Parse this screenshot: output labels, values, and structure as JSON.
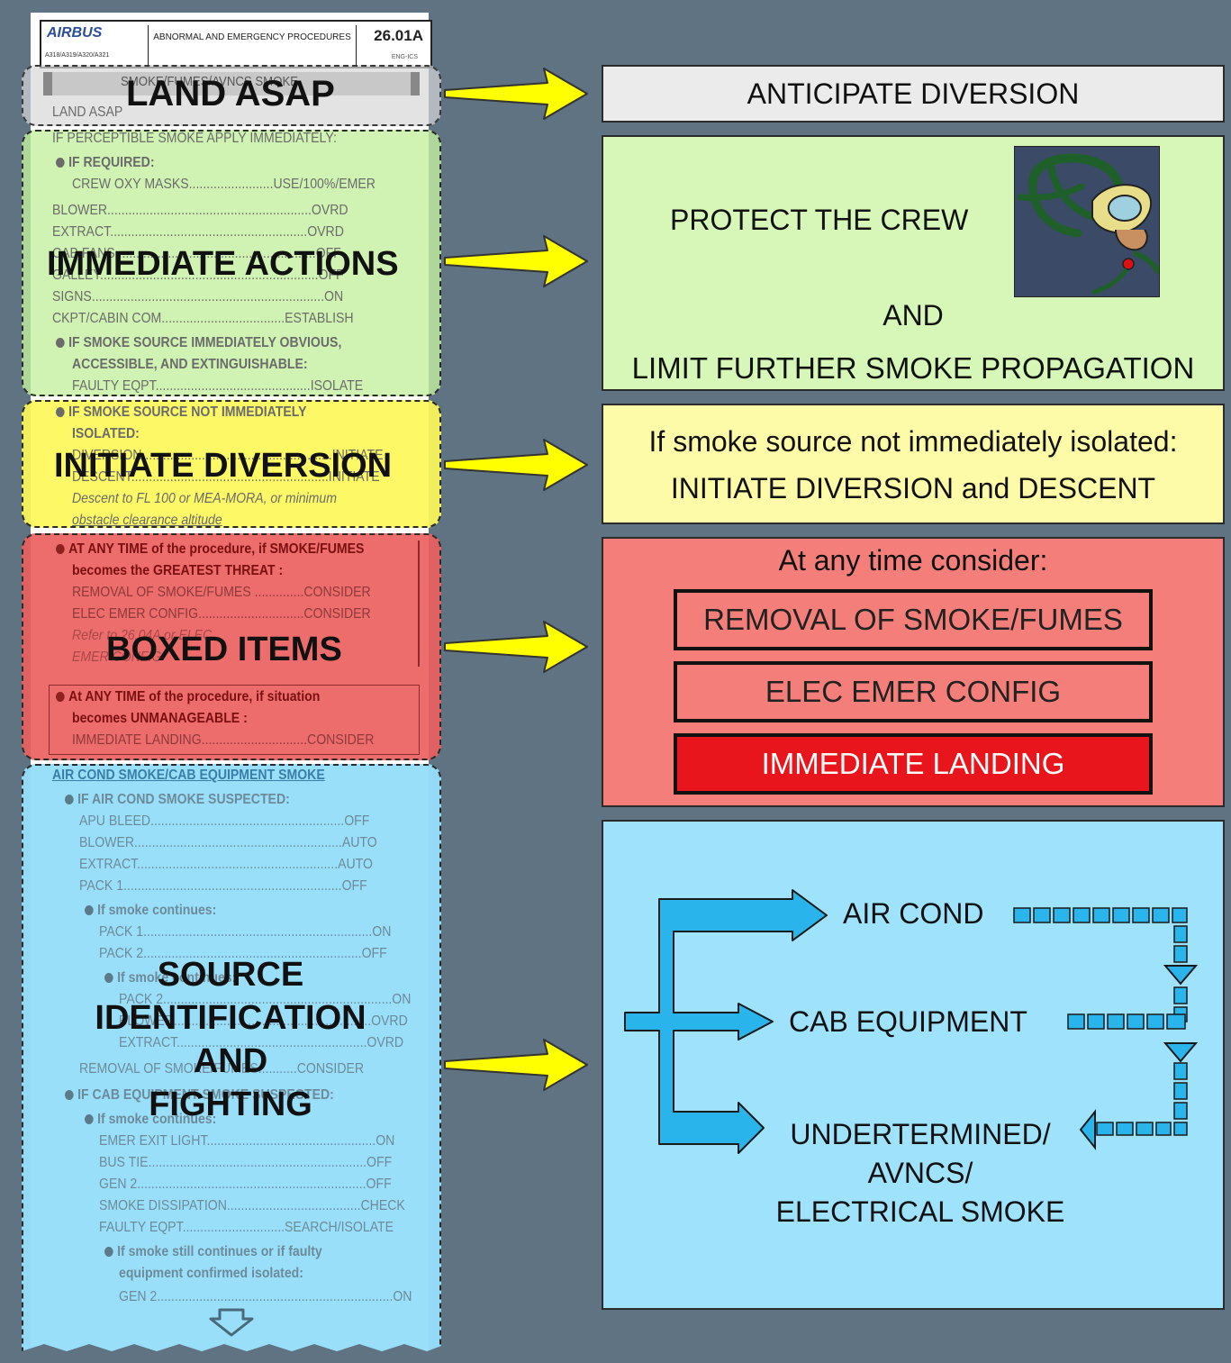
{
  "header": {
    "logo": "AIRBUS",
    "doc_ref": "A318/A319/A320/A321",
    "title": "ABNORMAL AND EMERGENCY PROCEDURES",
    "number": "26.01A",
    "sub": "ENG-ICS"
  },
  "checklist": {
    "procedure_title": "SMOKE/FUMES/AVNCS SMOKE",
    "land_asap": "LAND ASAP",
    "immediate": [
      "IF PERCEPTIBLE SMOKE APPLY IMMEDIATELY:",
      "IF REQUIRED:",
      "CREW OXY MASKS........................USE/100%/EMER",
      "BLOWER..........................................................OVRD",
      "EXTRACT........................................................OVRD",
      "CAB FANS.........................................................OFF",
      "GALLEY..............................................................OFF",
      "SIGNS..................................................................ON",
      "CKPT/CABIN COM...................................ESTABLISH",
      "IF SMOKE SOURCE IMMEDIATELY OBVIOUS,",
      "ACCESSIBLE, AND EXTINGUISHABLE:",
      "FAULTY EQPT............................................ISOLATE"
    ],
    "diversion": [
      "IF SMOKE SOURCE NOT IMMEDIATELY",
      "ISOLATED:",
      "DIVERSION......................................................INITIATE",
      "DESCENT........................................................INITIATE",
      "Descent to FL 100 or MEA-MORA, or minimum",
      "obstacle clearance altitude"
    ],
    "boxed": [
      "AT ANY TIME of the procedure, if SMOKE/FUMES",
      "becomes the GREATEST THREAT :",
      "REMOVAL OF SMOKE/FUMES ..............CONSIDER",
      "ELEC EMER CONFIG..............................CONSIDER",
      "Refer to 26.04A or ELEC",
      "EMER CONFIG",
      "At ANY TIME of the procedure, if situation",
      "becomes UNMANAGEABLE :",
      "IMMEDIATE LANDING..............................CONSIDER"
    ],
    "source": [
      "AIR COND SMOKE/CAB EQUIPMENT SMOKE",
      "IF AIR COND SMOKE SUSPECTED:",
      "APU BLEED.......................................................OFF",
      "BLOWER...........................................................AUTO",
      "EXTRACT.........................................................AUTO",
      "PACK 1..............................................................OFF",
      "If smoke continues:",
      "PACK 1.................................................................ON",
      "PACK 2..............................................................OFF",
      "If smoke continues:",
      "PACK 2.................................................................ON",
      "BLOWER........................................................OVRD",
      "EXTRACT......................................................OVRD",
      "REMOVAL OF SMOKE/FUMES...........CONSIDER",
      "IF CAB EQUIPMENT SMOKE SUSPECTED:",
      "If smoke continues:",
      "EMER EXIT LIGHT................................................ON",
      "BUS TIE..............................................................OFF",
      "GEN 2.................................................................OFF",
      "SMOKE DISSIPATION......................................CHECK",
      "FAULTY EQPT.............................SEARCH/ISOLATE",
      "If smoke still continues or if faulty",
      "equipment confirmed isolated:",
      "GEN 2...................................................................ON"
    ]
  },
  "section_labels": {
    "land_asap": "LAND ASAP",
    "immediate": "IMMEDIATE ACTIONS",
    "diversion": "INITIATE DIVERSION",
    "boxed": "BOXED ITEMS",
    "source_1": "SOURCE",
    "source_2": "IDENTIFICATION",
    "source_3": "AND",
    "source_4": "FIGHTING"
  },
  "panels": {
    "anticipate": "ANTICIPATE DIVERSION",
    "protect": "PROTECT THE CREW",
    "and": "AND",
    "limit": "LIMIT FURTHER SMOKE PROPAGATION",
    "if_not_isolated": "If smoke source not immediately isolated:",
    "initiate": "INITIATE DIVERSION and DESCENT",
    "consider": "At any time consider:",
    "removal": "REMOVAL OF SMOKE/FUMES",
    "elec": "ELEC EMER CONFIG",
    "landing": "IMMEDIATE LANDING",
    "air_cond": "AIR COND",
    "cab_equipment": "CAB EQUIPMENT",
    "undet_1": "UNDERTERMINED/",
    "undet_2": "AVNCS/",
    "undet_3": "ELECTRICAL SMOKE"
  },
  "colors": {
    "gray": "#ebebeb",
    "green": "#d6f7b7",
    "yellow": "#fdfba8",
    "red": "#f47f7a",
    "landing_red": "#e8161c",
    "blue": "#9fe2fb",
    "arrow_yellow": "#ffff00",
    "flow_blue": "#2ab4ec",
    "background": "#5f7382"
  }
}
